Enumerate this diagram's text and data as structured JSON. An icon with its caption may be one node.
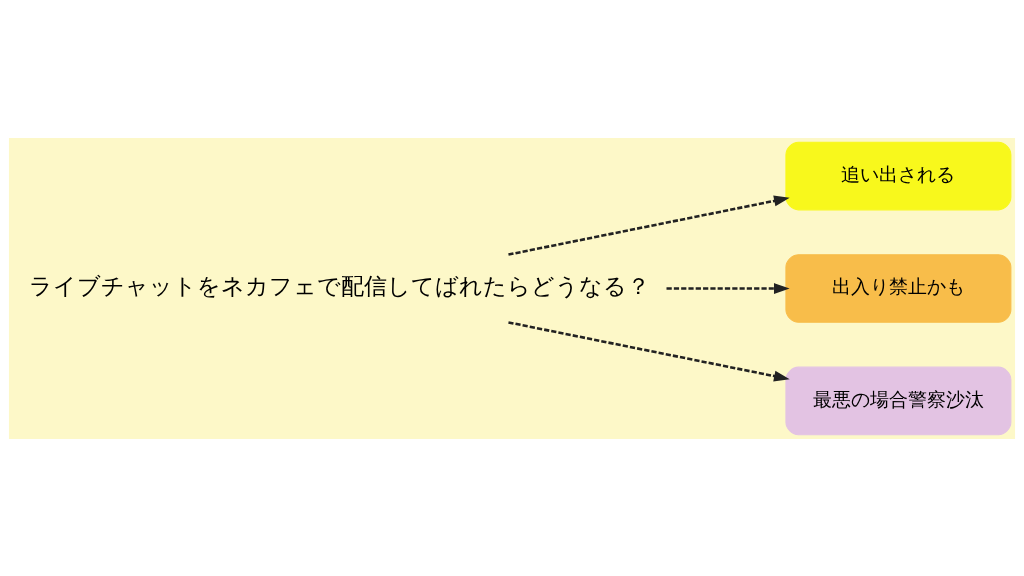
{
  "diagram": {
    "nodes": [
      {
        "text": [
          "ライブチャットをネカフェで配信してばれたらどうなる？"
        ]
      },
      {
        "text": [
          "追い出される"
        ]
      },
      {
        "text": [
          "出入り禁止かも"
        ]
      },
      {
        "text": [
          "最悪の場合警察沙汰"
        ]
      }
    ],
    "edges": [
      {
        "from": 0,
        "to": 1,
        "arrow": "to",
        "style": "dashed"
      },
      {
        "from": 0,
        "to": 2,
        "arrow": "to",
        "style": "dashed"
      },
      {
        "from": 0,
        "to": 3,
        "arrow": "to",
        "style": "dashed"
      }
    ]
  }
}
